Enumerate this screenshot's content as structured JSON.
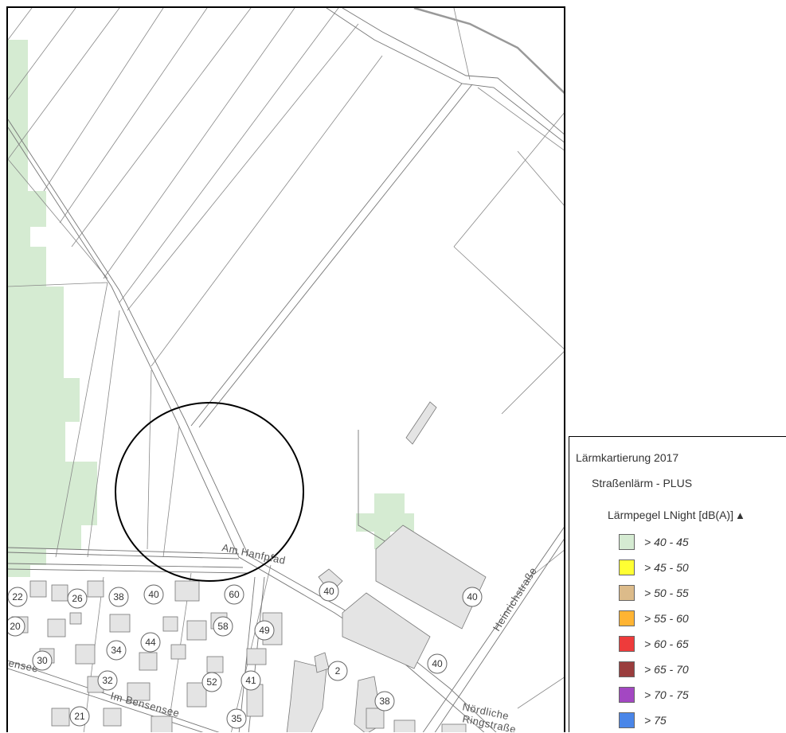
{
  "map": {
    "streets": {
      "am_hanfpfad": "Am Hanfpfad",
      "heinrichstrasse": "Heinrichstraße",
      "im_bensensee": "Im Bensensee",
      "bensensee_partial": "ensee",
      "noerdliche": "Nördliche",
      "ringstrasse": "Ringstraße"
    },
    "house_numbers": [
      "22",
      "26",
      "38",
      "40",
      "60",
      "40",
      "40",
      "20",
      "58",
      "49",
      "34",
      "44",
      "30",
      "2",
      "40",
      "32",
      "52",
      "41",
      "38",
      "21",
      "35"
    ]
  },
  "legend": {
    "title": "Lärmkartierung 2017",
    "subtitle": "Straßenlärm - PLUS",
    "layer": "Lärmpegel LNight [dB(A)]",
    "warning_icon": "warning-triangle-icon",
    "items": [
      {
        "label": "> 40 - 45",
        "color": "#d5ebd2"
      },
      {
        "label": "> 45 - 50",
        "color": "#ffff33"
      },
      {
        "label": "> 50 - 55",
        "color": "#dcbb8a"
      },
      {
        "label": "> 55 - 60",
        "color": "#ffb433"
      },
      {
        "label": "> 60 - 65",
        "color": "#ee3b3b"
      },
      {
        "label": "> 65 - 70",
        "color": "#9a3d3d"
      },
      {
        "label": "> 70 - 75",
        "color": "#a347c2"
      },
      {
        "label": "> 75",
        "color": "#4a86e8"
      }
    ]
  }
}
